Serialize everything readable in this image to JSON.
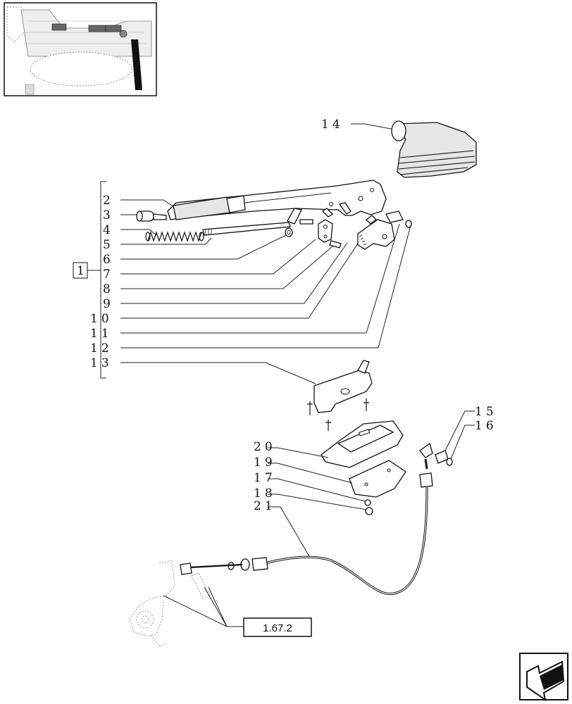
{
  "callouts": {
    "n1": "1",
    "n2": "2",
    "n3": "3",
    "n4": "4",
    "n5": "5",
    "n6": "6",
    "n7": "7",
    "n8": "8",
    "n9": "9",
    "n10": "10",
    "n11": "11",
    "n12": "12",
    "n13": "13",
    "n14": "14",
    "n15": "15",
    "n16": "16",
    "n17": "17",
    "n18": "18",
    "n19": "19",
    "n20": "20",
    "n21": "21"
  },
  "reference_box": {
    "label": "1.67.2"
  },
  "nav": {
    "icon": "next-page-arrow-icon"
  }
}
